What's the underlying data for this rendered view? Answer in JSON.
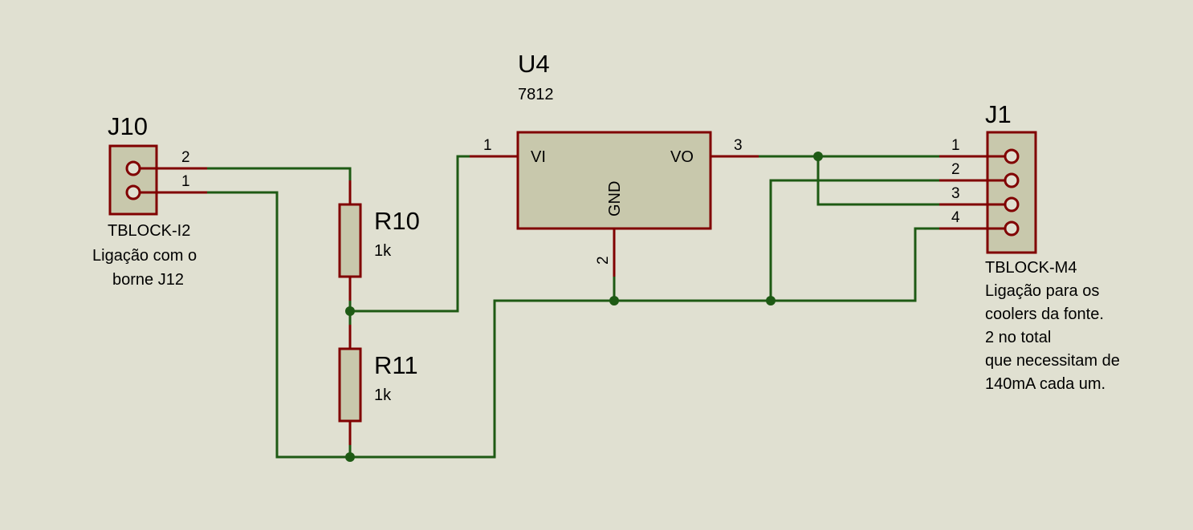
{
  "components": {
    "j10": {
      "ref": "J10",
      "type": "TBLOCK-I2",
      "note": [
        "Ligação com o",
        "borne J12"
      ],
      "pins": [
        "2",
        "1"
      ]
    },
    "r10": {
      "ref": "R10",
      "value": "1k"
    },
    "r11": {
      "ref": "R11",
      "value": "1k"
    },
    "u4": {
      "ref": "U4",
      "value": "7812",
      "pins": {
        "vi": "VI",
        "vo": "VO",
        "gnd": "GND"
      },
      "pin_numbers": {
        "vi": "1",
        "vo": "3",
        "gnd": "2"
      }
    },
    "j1": {
      "ref": "J1",
      "type": "TBLOCK-M4",
      "note": [
        "Ligação para os",
        "coolers da fonte.",
        "2 no total",
        "que necessitam de",
        "140mA cada um."
      ],
      "pins": [
        "1",
        "2",
        "3",
        "4"
      ]
    }
  },
  "colors": {
    "background": "#e0e0d1",
    "component_body": "#c8c8ac",
    "pin": "#800000",
    "wire": "#1e5a14"
  }
}
